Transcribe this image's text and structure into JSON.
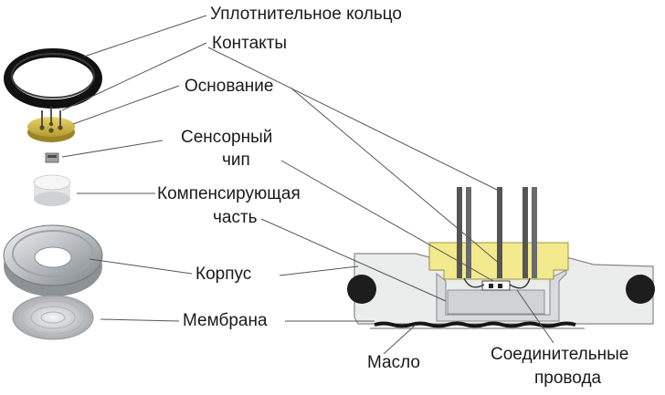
{
  "labels": {
    "seal_ring": "Уплотнительное кольцо",
    "contacts": "Контакты",
    "base": "Основание",
    "sensor_chip_line1": "Сенсорный",
    "sensor_chip_line2": "чип",
    "compensating_line1": "Компенсирующая",
    "compensating_line2": "часть",
    "housing": "Корпус",
    "membrane": "Мембрана",
    "oil": "Масло",
    "wires_line1": "Соединительные",
    "wires_line2": "провода"
  },
  "colors": {
    "seal": "#1c1c1c",
    "gold": "#d9c050",
    "yellow_base": "#f2ea8c",
    "metal": "#c9cdd0",
    "housing_body": "#e9eaeb",
    "outline": "#777777",
    "leader": "#555555",
    "pin": "#505050"
  }
}
